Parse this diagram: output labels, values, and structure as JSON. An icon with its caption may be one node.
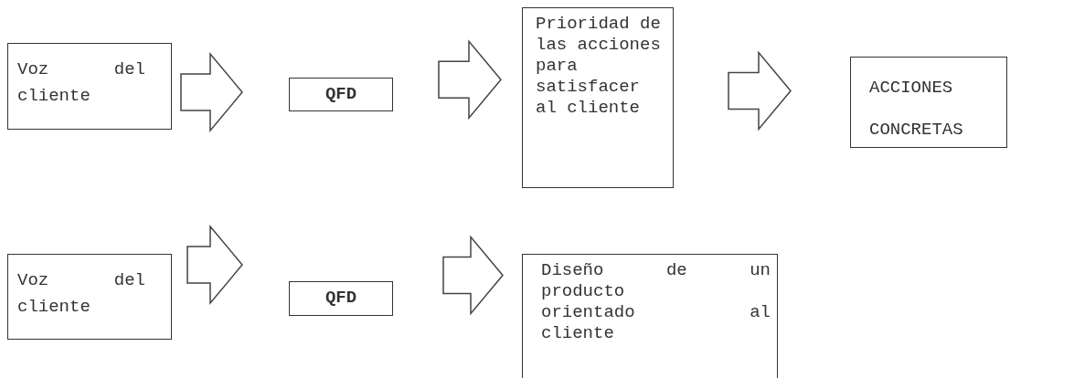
{
  "diagram": {
    "nodes": [
      {
        "text": [
          "Voz del cliente"
        ]
      },
      {
        "text": [
          "QFD"
        ]
      },
      {
        "text": [
          "Prioridad de las acciones para satisfacer al cliente"
        ]
      },
      {
        "text": [
          "ACCIONES CONCRETAS"
        ]
      },
      {
        "text": [
          "Voz del cliente"
        ]
      },
      {
        "text": [
          "QFD"
        ]
      },
      {
        "text": [
          "Diseño de un producto orientado al cliente"
        ]
      }
    ],
    "edges": [
      {
        "from": 0,
        "to": 1,
        "arrow": "to"
      },
      {
        "from": 1,
        "to": 2,
        "arrow": "to"
      },
      {
        "from": 2,
        "to": 3,
        "arrow": "to"
      },
      {
        "from": 4,
        "to": 5,
        "arrow": "to"
      },
      {
        "from": 5,
        "to": 6,
        "arrow": "to"
      }
    ]
  }
}
